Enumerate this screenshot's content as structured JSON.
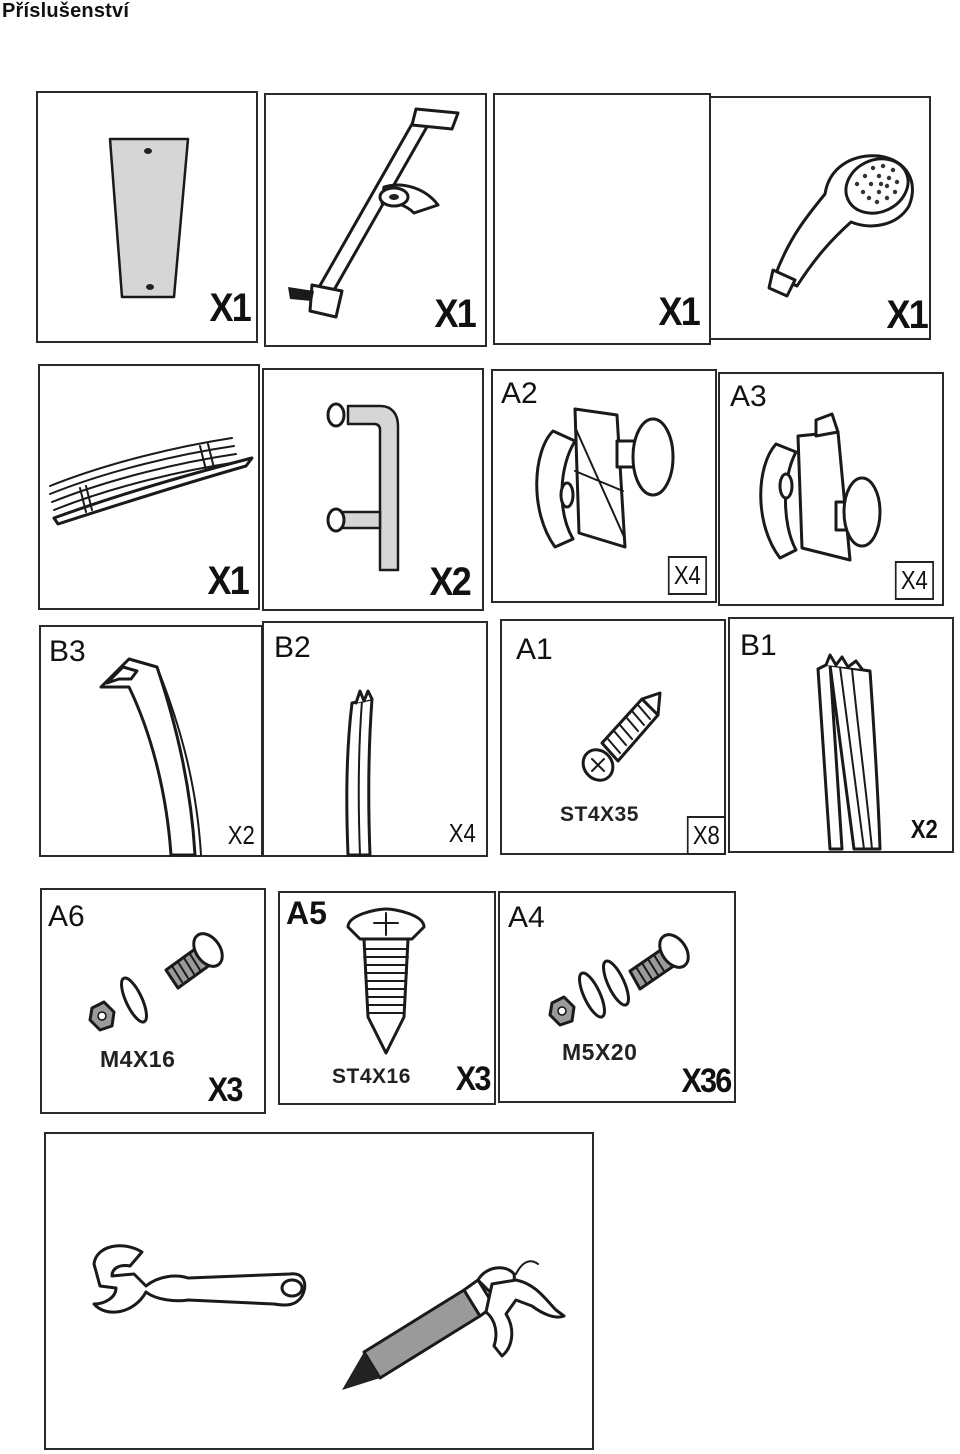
{
  "page": {
    "title": "Příslušenství"
  },
  "row1": [
    {
      "qty": "X1"
    },
    {
      "qty": "X1"
    },
    {
      "qty": "X1"
    },
    {
      "qty": "X1"
    }
  ],
  "row2": [
    {
      "qty": "X1"
    },
    {
      "qty": "X2"
    },
    {
      "code": "A2",
      "qty": "X4"
    },
    {
      "code": "A3",
      "qty": "X4"
    }
  ],
  "row3": [
    {
      "code": "B3",
      "qty": "X2"
    },
    {
      "code": "B2",
      "qty": "X4"
    },
    {
      "code": "A1",
      "spec": "ST4X35",
      "qty": "X8"
    },
    {
      "code": "B1",
      "qty": "X2"
    }
  ],
  "row4": [
    {
      "code": "A6",
      "spec": "M4X16",
      "qty": "X3"
    },
    {
      "code": "A5",
      "spec": "ST4X16",
      "qty": "X3"
    },
    {
      "code": "A4",
      "spec": "M5X20",
      "qty": "X36"
    }
  ],
  "icons": {
    "glass": "glass-panel-icon",
    "rail": "slide-rail-icon",
    "handshower": "hand-shower-icon",
    "rails": "curved-rails-icon",
    "handle": "door-handle-icon",
    "roller": "door-roller-icon",
    "profile": "profile-strip-icon",
    "screw": "screw-icon",
    "wrench": "wrench-icon",
    "caulkgun": "caulking-gun-icon"
  }
}
